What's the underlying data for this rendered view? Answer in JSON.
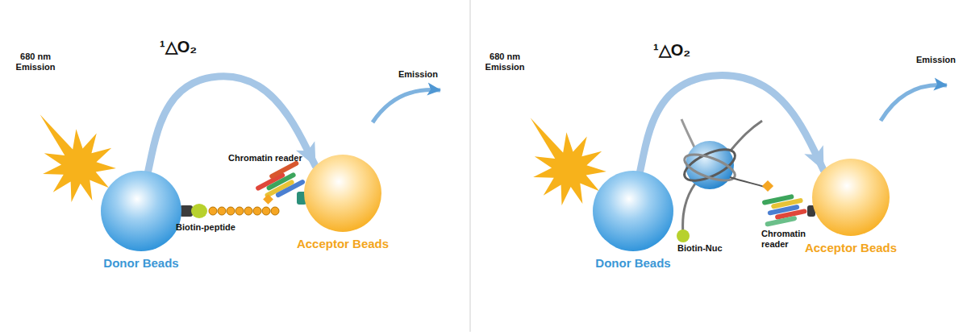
{
  "diagram": {
    "nodes": [
      {
        "text": [
          "Donor Beads"
        ]
      },
      {
        "text": [
          "Acceptor Beads"
        ]
      },
      {
        "text": [
          "Donor Beads"
        ]
      },
      {
        "text": [
          "Acceptor Beads"
        ]
      }
    ],
    "edges": [
      {
        "from": 0,
        "to": 1,
        "arrow": "to",
        "label": "¹△O₂"
      },
      {
        "from": 2,
        "to": 3,
        "arrow": "to",
        "label": "¹△O₂"
      }
    ],
    "labels": [
      "680 nm Emission",
      "Emission",
      "Chromatin reader",
      "Biotin-peptide",
      "680 nm Emission",
      "Emission",
      "Biotin-Nuc",
      "Chromatin reader"
    ]
  }
}
